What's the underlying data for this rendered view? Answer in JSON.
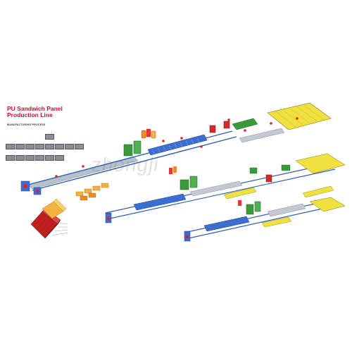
{
  "title_line1": "PU Sandwich Panel",
  "title_line2": "Production Line",
  "subtitle": "MANUFACTURING PROCESS",
  "watermark": "zhongji",
  "colors": {
    "frame_blue": "#2f5fb8",
    "roller_grey": "#9aa4b2",
    "panel_yellow": "#f0e040",
    "machine_green": "#3a9a3a",
    "accent_red": "#d62828",
    "foam_orange": "#f28c28",
    "title_red": "#c8102e"
  }
}
